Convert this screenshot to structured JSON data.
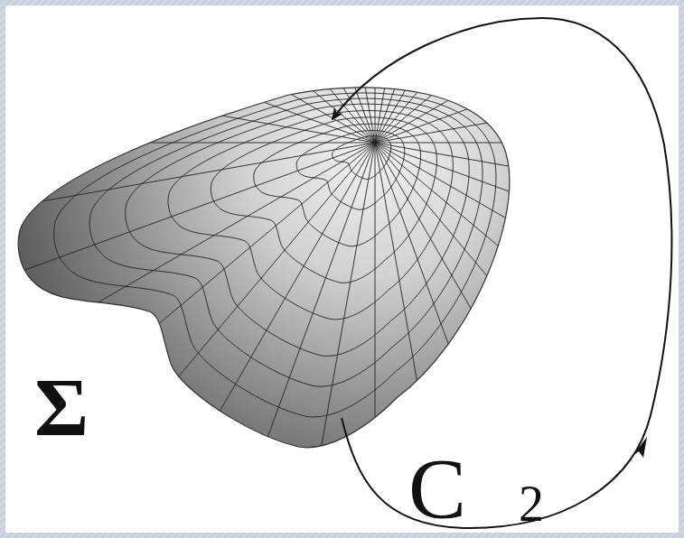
{
  "diagram": {
    "labels": [
      "Σ",
      "C",
      "2"
    ]
  }
}
